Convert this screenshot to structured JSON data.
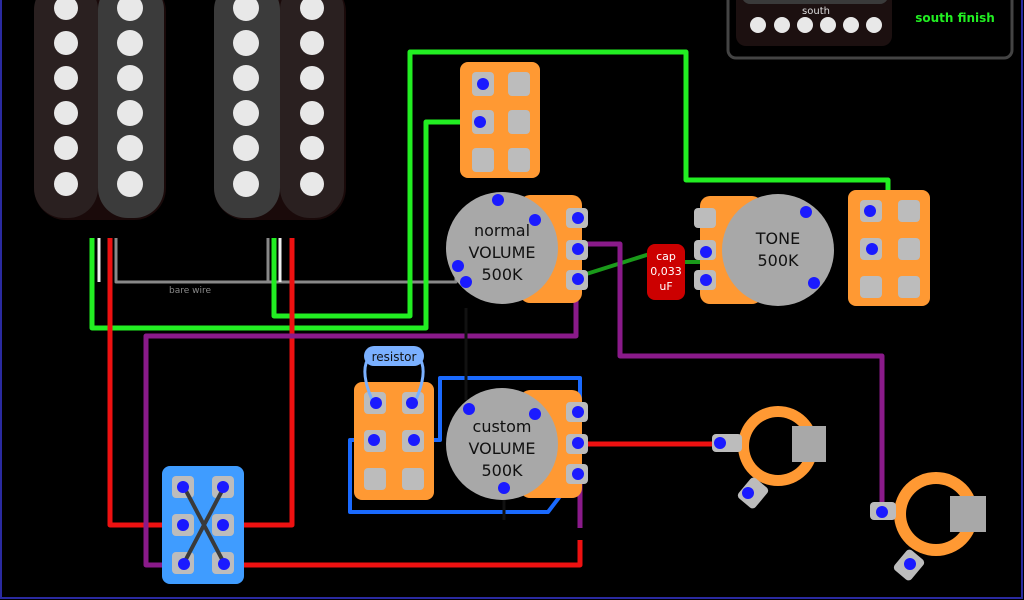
{
  "labels": {
    "south_pickup": "south",
    "south_finish": "south finish",
    "bare_wire": "bare wire",
    "resistor": "resistor",
    "pot_normal_line1": "normal",
    "pot_normal_line2": "VOLUME",
    "pot_normal_line3": "500K",
    "pot_tone_line1": "TONE",
    "pot_tone_line2": "500K",
    "pot_custom_line1": "custom",
    "pot_custom_line2": "VOLUME",
    "pot_custom_line3": "500K",
    "cap_line1": "cap",
    "cap_line2": "0,033",
    "cap_line3": "uF"
  },
  "colors": {
    "background": "#000000",
    "border": "#2a2aa0",
    "pickup_bobbin_dark": "#3a3a3a",
    "pickup_bobbin_light": "#2a2a2a",
    "pole_piece": "#e8e8e8",
    "pot_body": "#a8a8a8",
    "pot_lugs": "#ff9933",
    "switch_orange": "#ff9933",
    "selector_blue": "#3f9cff",
    "cap_red": "#cc0000",
    "lug_blue": "#1a1aff",
    "wire_green": "#22ee22",
    "wire_red": "#ee1111",
    "wire_purple": "#8a1a8a",
    "wire_blue": "#1a6aff",
    "wire_grey": "#888888",
    "wire_darkgreen": "#1a9a1a",
    "resistor_blue": "#7ab0ff",
    "finish_label": "#22ee22"
  }
}
